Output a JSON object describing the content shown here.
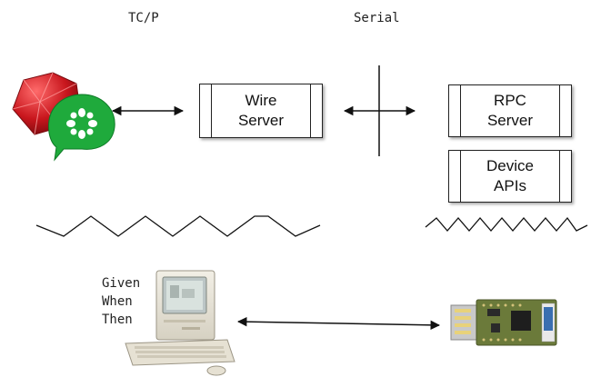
{
  "labels": {
    "tcp": "TC/P",
    "serial": "Serial"
  },
  "boxes": {
    "wire_server": [
      "Wire",
      "Server"
    ],
    "rpc_server": [
      "RPC",
      "Server"
    ],
    "device_apis": [
      "Device",
      "APIs"
    ]
  },
  "gherkin": [
    "Given",
    "When",
    "Then"
  ],
  "icons": [
    "ruby-gem-icon",
    "cucumber-icon",
    "macintosh-computer-icon",
    "nordic-usb-dongle-icon"
  ],
  "colors": {
    "ruby": "#c8161d",
    "cucumber": "#1faa3c",
    "pcb": "#6b7a3a"
  }
}
